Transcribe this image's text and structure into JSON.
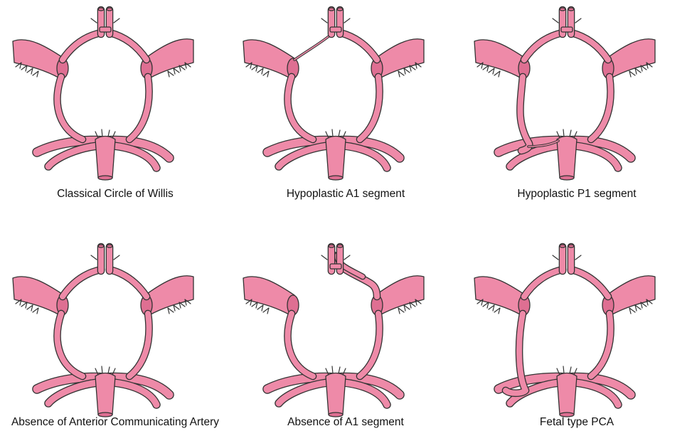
{
  "colors": {
    "vessel": "#ee8aa8",
    "vessel_dark": "#de6f92",
    "outline": "#333333",
    "background": "#ffffff"
  },
  "panels": [
    {
      "caption": "Classical Circle of Willis"
    },
    {
      "caption": "Hypoplastic A1 segment"
    },
    {
      "caption": "Hypoplastic P1 segment"
    },
    {
      "caption": "Absence of Anterior Communicating Artery"
    },
    {
      "caption": "Absence of A1 segment"
    },
    {
      "caption": "Fetal type PCA"
    }
  ]
}
